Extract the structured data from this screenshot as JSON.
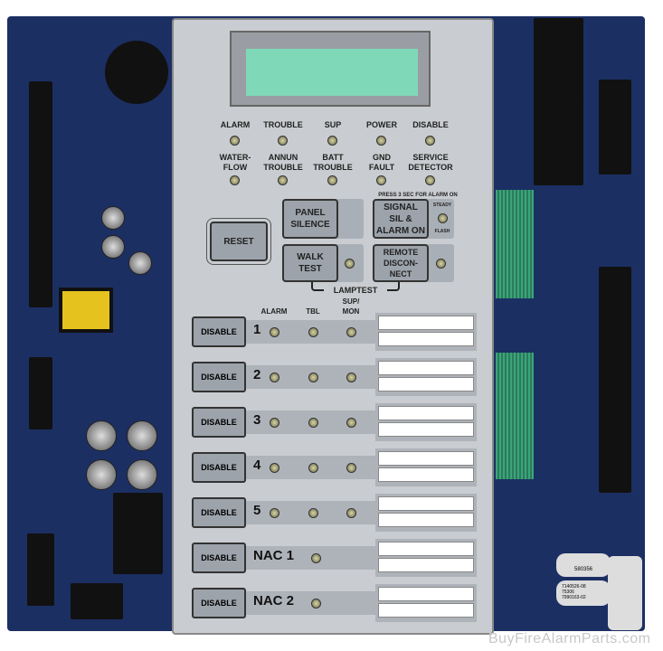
{
  "display": {
    "leds_row1": [
      "ALARM",
      "TROUBLE",
      "SUP",
      "POWER",
      "DISABLE"
    ],
    "leds_row2": [
      "WATER-\nFLOW",
      "ANNUN\nTROUBLE",
      "BATT\nTROUBLE",
      "GND\nFAULT",
      "SERVICE\nDETECTOR"
    ]
  },
  "buttons": {
    "reset": "RESET",
    "panel_silence": "PANEL\nSILENCE",
    "signal_sil": "SIGNAL\nSIL   &\nALARM  ON",
    "walk_test": "WALK\nTEST",
    "remote_disconnect": "REMOTE\nDISCON-\nNECT",
    "press_note": "PRESS 3 SEC FOR ALARM ON",
    "steady": "STEADY",
    "flash": "FLASH",
    "lamptest": "LAMPTEST"
  },
  "zones": {
    "headers": [
      "ALARM",
      "TBL",
      "SUP/\nMON"
    ],
    "disable_label": "DISABLE",
    "rows": [
      {
        "label": "1",
        "leds": 3
      },
      {
        "label": "2",
        "leds": 3
      },
      {
        "label": "3",
        "leds": 3
      },
      {
        "label": "4",
        "leds": 3
      },
      {
        "label": "5",
        "leds": 3
      },
      {
        "label": "NAC 1",
        "leds": 1
      },
      {
        "label": "NAC 2",
        "leds": 1
      }
    ]
  },
  "labels": {
    "barcode": "580356",
    "sticker": "7140526-08\n75306\n7990163-02"
  },
  "watermark": "BuyFireAlarmParts.com",
  "colors": {
    "pcb": "#1b2f63",
    "panel": "#c9ccd0",
    "lcd": "#7fd9b8"
  }
}
